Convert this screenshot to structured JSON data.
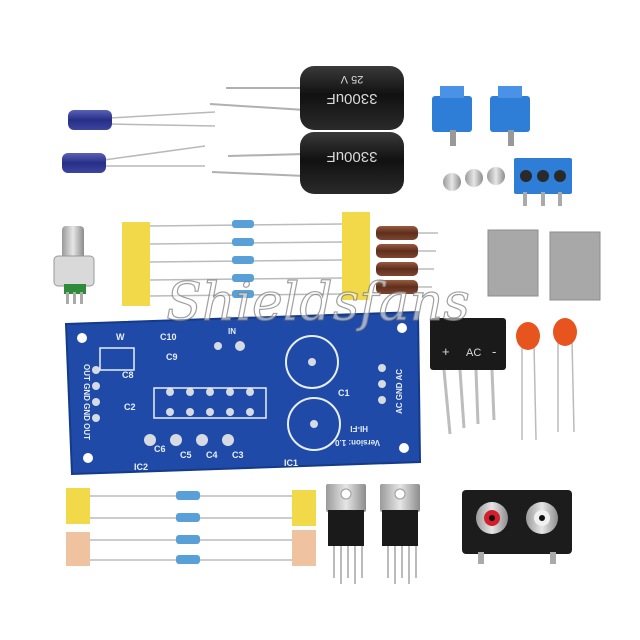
{
  "watermark": {
    "text": "Shieldsfans"
  },
  "capacitors": {
    "top": {
      "value": "3300uF",
      "voltage": "25 V"
    },
    "bottom": {
      "value": "3300uF"
    }
  },
  "pcb": {
    "labels": {
      "c10": "C10",
      "c9": "C9",
      "c8": "C8",
      "c2": "C2",
      "c6": "C6",
      "c5": "C5",
      "c4": "C4",
      "c3": "C3",
      "c1": "C1",
      "ic1": "IC1",
      "ic2": "IC2",
      "w": "W",
      "in": "IN",
      "version": "Version: 1.0",
      "model": "HI-FI",
      "out_left": "OUT GND GND OUT",
      "ac_right": "AC GND AC"
    }
  },
  "bridge": {
    "label": "AC",
    "plus": "+",
    "minus": "-"
  },
  "colors": {
    "pcb": "#1f4aa8",
    "capacitor": "#1c1c1c",
    "terminal": "#2e7dd6",
    "tape": "#f2d94a",
    "ceramic": "#e8541e",
    "heatsink_pad": "#a8a8a8"
  }
}
